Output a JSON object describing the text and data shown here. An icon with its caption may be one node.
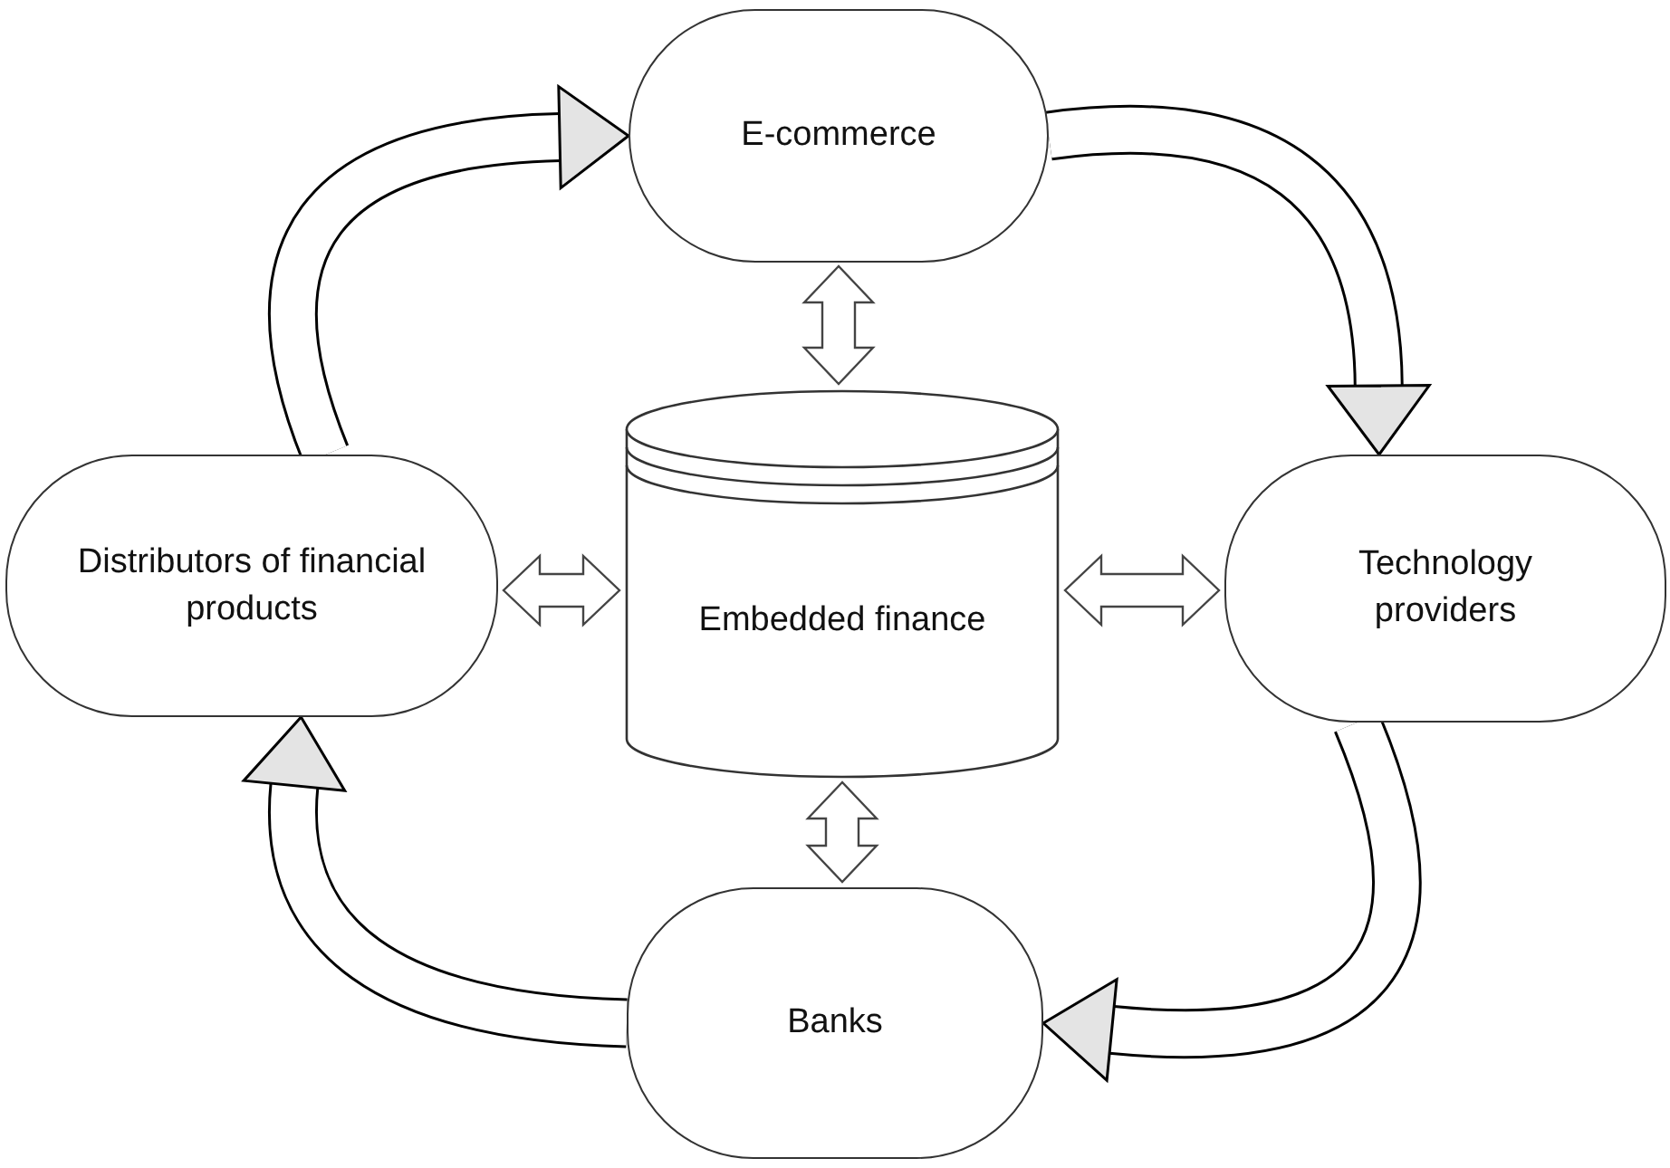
{
  "diagram": {
    "nodes": [
      {
        "text": [
          "E-commerce"
        ]
      },
      {
        "text": [
          "Distributors of financial products"
        ]
      },
      {
        "text": [
          "Embedded finance"
        ]
      },
      {
        "text": [
          "Technology providers"
        ]
      },
      {
        "text": [
          "Banks"
        ]
      }
    ],
    "edges": [
      {
        "from": 0,
        "to": 2,
        "arrow": "both"
      },
      {
        "from": 1,
        "to": 2,
        "arrow": "both"
      },
      {
        "from": 2,
        "to": 3,
        "arrow": "both"
      },
      {
        "from": 2,
        "to": 4,
        "arrow": "both"
      },
      {
        "from": 1,
        "to": 0,
        "arrow": "to"
      },
      {
        "from": 0,
        "to": 3,
        "arrow": "to"
      },
      {
        "from": 3,
        "to": 4,
        "arrow": "to"
      },
      {
        "from": 4,
        "to": 1,
        "arrow": "to"
      }
    ]
  }
}
